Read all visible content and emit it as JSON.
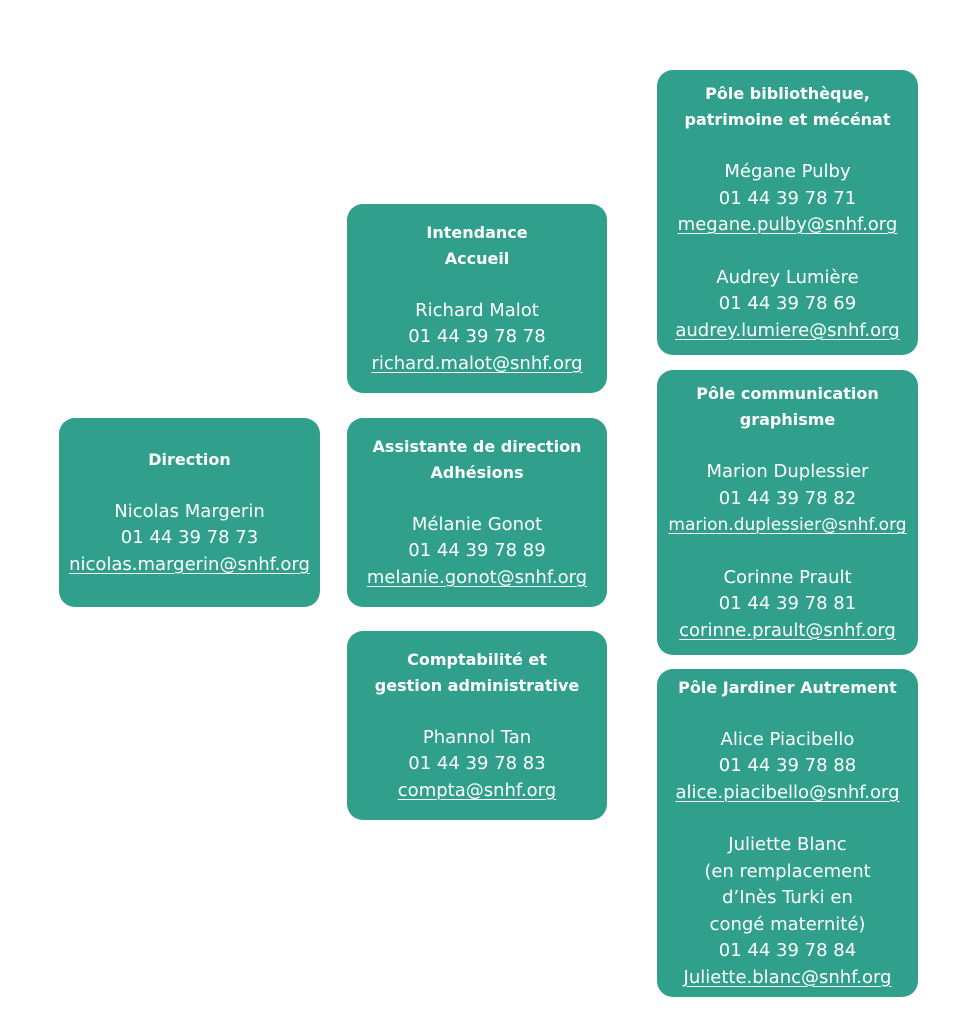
{
  "colors": {
    "box_fill": "#30a08c",
    "text": "#ffffff",
    "background": "#ffffff"
  },
  "direction": {
    "title": "Direction",
    "name": "Nicolas Margerin",
    "phone": "01 44 39 78 73",
    "email": "nicolas.margerin@snhf.org"
  },
  "intendance": {
    "title": "Intendance\nAccueil",
    "name": "Richard Malot",
    "phone": "01 44 39 78 78",
    "email": "richard.malot@snhf.org"
  },
  "assistante": {
    "title": "Assistante de direction\nAdhésions",
    "name": "Mélanie Gonot",
    "phone": "01 44 39 78 89",
    "email": "melanie.gonot@snhf.org"
  },
  "compta": {
    "title": "Comptabilité et\ngestion administrative",
    "name": "Phannol Tan",
    "phone": "01 44 39 78 83",
    "email": "compta@snhf.org"
  },
  "biblio": {
    "title": "Pôle bibliothèque,\npatrimoine et mécénat",
    "person1": {
      "name": "Mégane Pulby",
      "phone": "01 44 39 78 71",
      "email": "megane.pulby@snhf.org"
    },
    "person2": {
      "name": "Audrey Lumière",
      "phone": "01 44 39 78 69",
      "email": "audrey.lumiere@snhf.org"
    }
  },
  "comm": {
    "title": "Pôle communication\ngraphisme",
    "person1": {
      "name": "Marion Duplessier",
      "phone": "01 44 39 78 82",
      "email": "marion.duplessier@snhf.org"
    },
    "person2": {
      "name": "Corinne Prault",
      "phone": "01 44 39 78 81",
      "email": "corinne.prault@snhf.org"
    }
  },
  "jardiner": {
    "title": "Pôle Jardiner Autrement",
    "person1": {
      "name": "Alice Piacibello",
      "phone": "01 44 39 78 88",
      "email": "alice.piacibello@snhf.org"
    },
    "person2": {
      "name": "Juliette Blanc",
      "note": "(en remplacement\nd’Inès Turki en\ncongé maternité)",
      "phone": "01 44 39 78 84",
      "email": "Juliette.blanc@snhf.org"
    }
  }
}
